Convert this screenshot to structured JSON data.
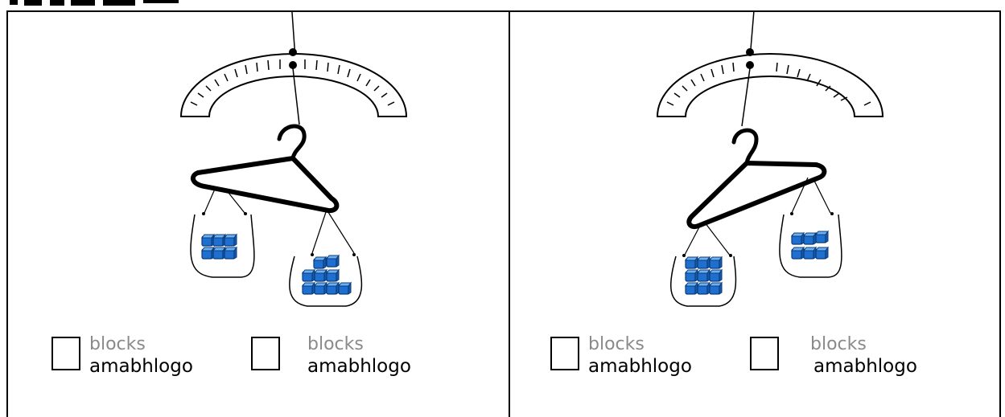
{
  "colors": {
    "block_fill": "#1e6fd0",
    "block_top": "#6fb0f0",
    "block_edge": "#0b3c7a",
    "english_label": "#8a8a8a",
    "zulu_label": "#000000"
  },
  "icons": [
    "spring-scale-icon",
    "coat-hanger-icon",
    "bag-icon",
    "cube-block-icon"
  ],
  "left_panel": {
    "left_bag_blocks": 6,
    "right_bag_blocks": 9,
    "answers": [
      {
        "english": "blocks",
        "zulu": "amabhlogo"
      },
      {
        "english": "blocks",
        "zulu": "amabhlogo"
      }
    ]
  },
  "right_panel": {
    "left_bag_blocks": 9,
    "right_bag_blocks": 6,
    "answers": [
      {
        "english": "blocks",
        "zulu": "amabhlogo"
      },
      {
        "english": "blocks",
        "zulu": "amabhlogo"
      }
    ]
  }
}
